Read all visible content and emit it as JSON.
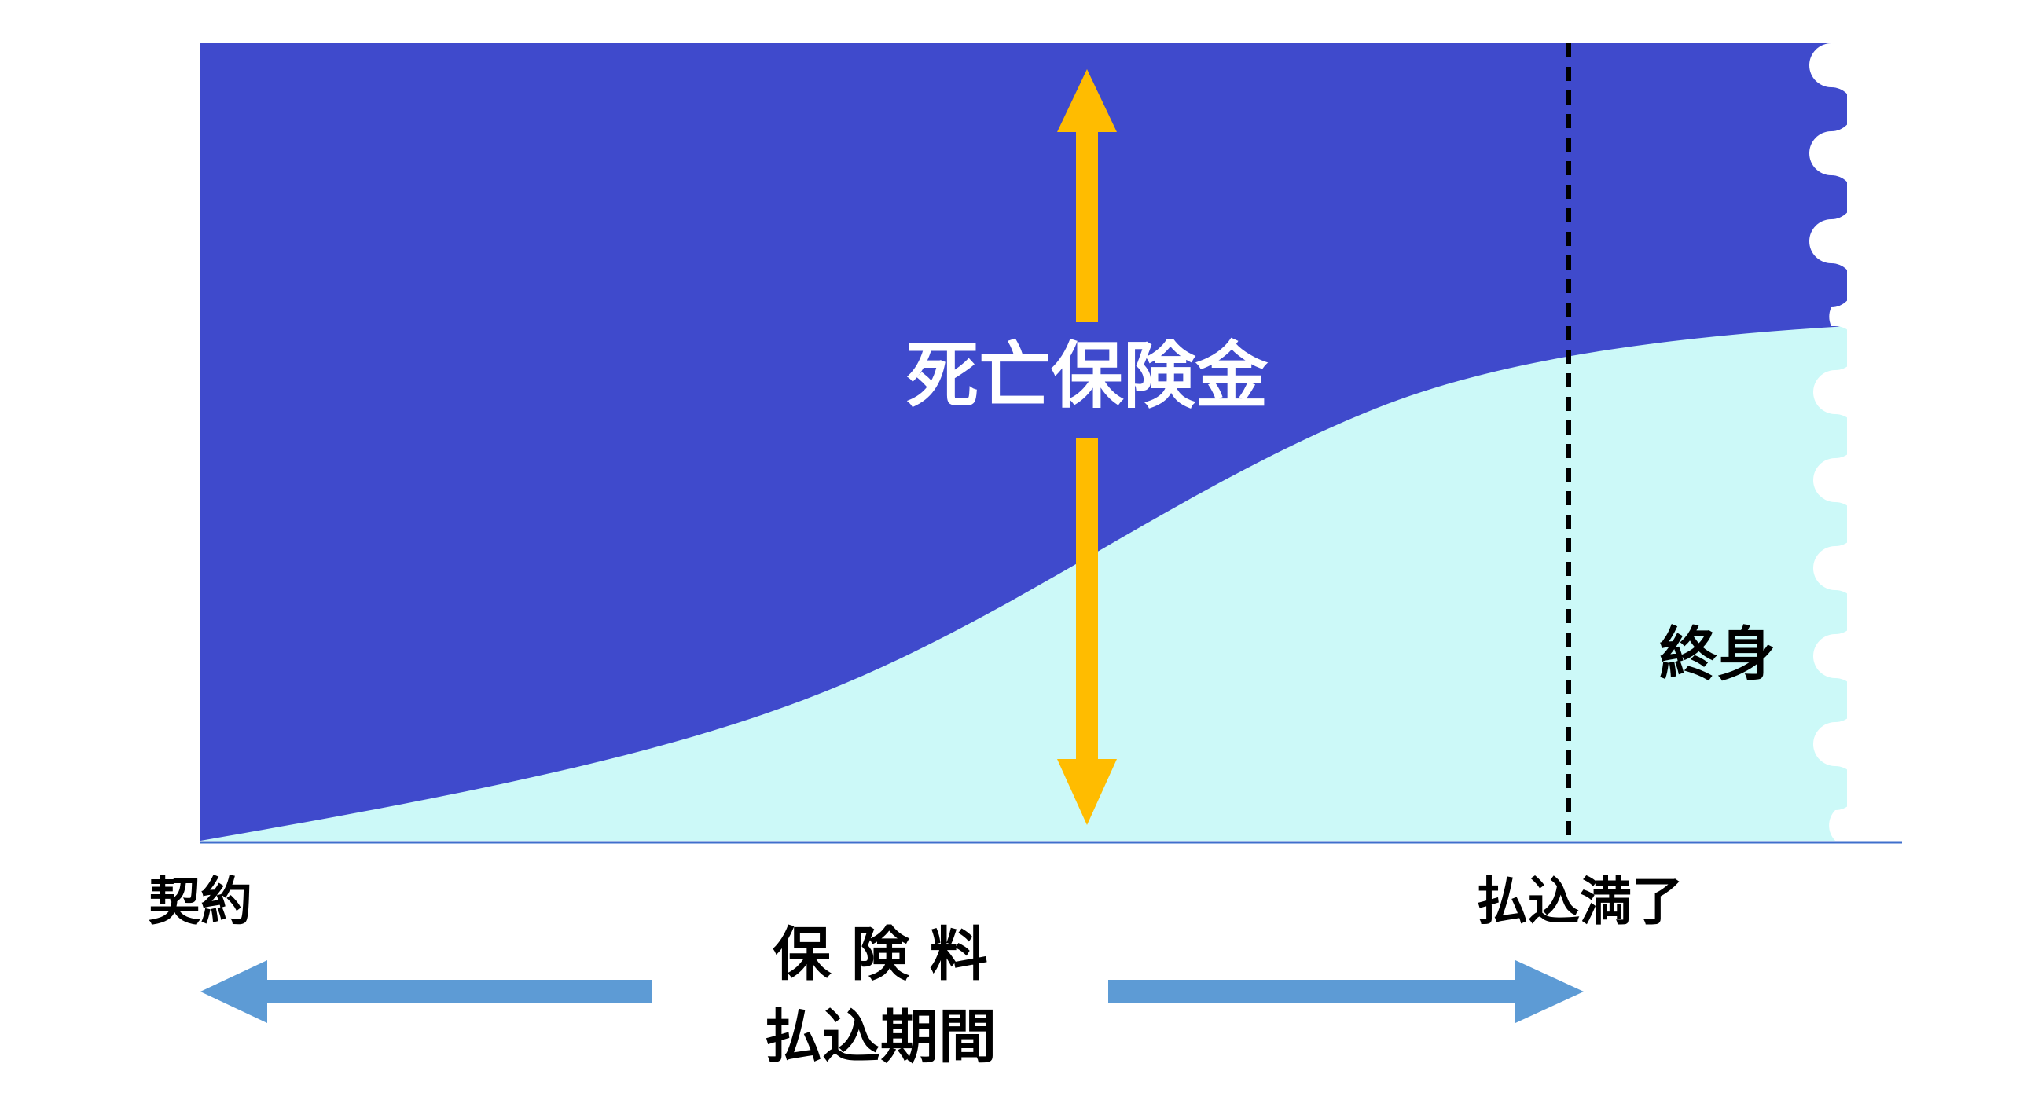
{
  "diagram": {
    "death_benefit_label": "死亡保険金",
    "whole_life_label": "終身",
    "contract_label": "契約",
    "payment_complete_label": "払込満了",
    "premium_label": "保 険 料",
    "payment_period_label": "払込期間"
  },
  "colors": {
    "death_benefit_area": "#3f4acc",
    "cash_value_area": "#ccf9f8",
    "arrow_orange": "#ffbc00",
    "period_arrow": "#5d9bd5",
    "dashed_line": "#000000"
  }
}
